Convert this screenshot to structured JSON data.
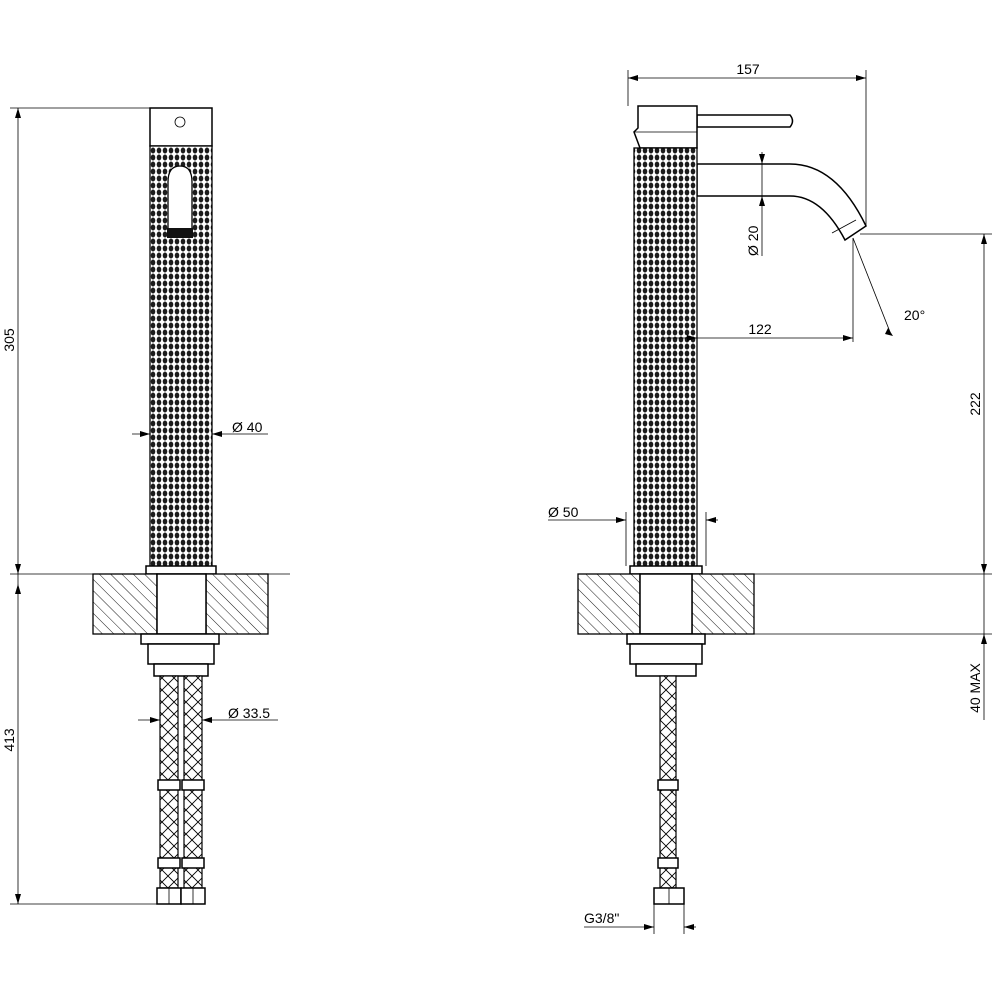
{
  "dimensions": {
    "total_height": "305",
    "supply_length": "413",
    "body_diameter": "Ø 40",
    "hose_span": "Ø 33.5",
    "total_reach": "157",
    "spout_diameter": "Ø 20",
    "spout_reach": "122",
    "spout_angle": "20°",
    "spout_height": "222",
    "base_diameter": "Ø 50",
    "deck_thickness": "40 MAX",
    "thread": "G3/8\""
  }
}
